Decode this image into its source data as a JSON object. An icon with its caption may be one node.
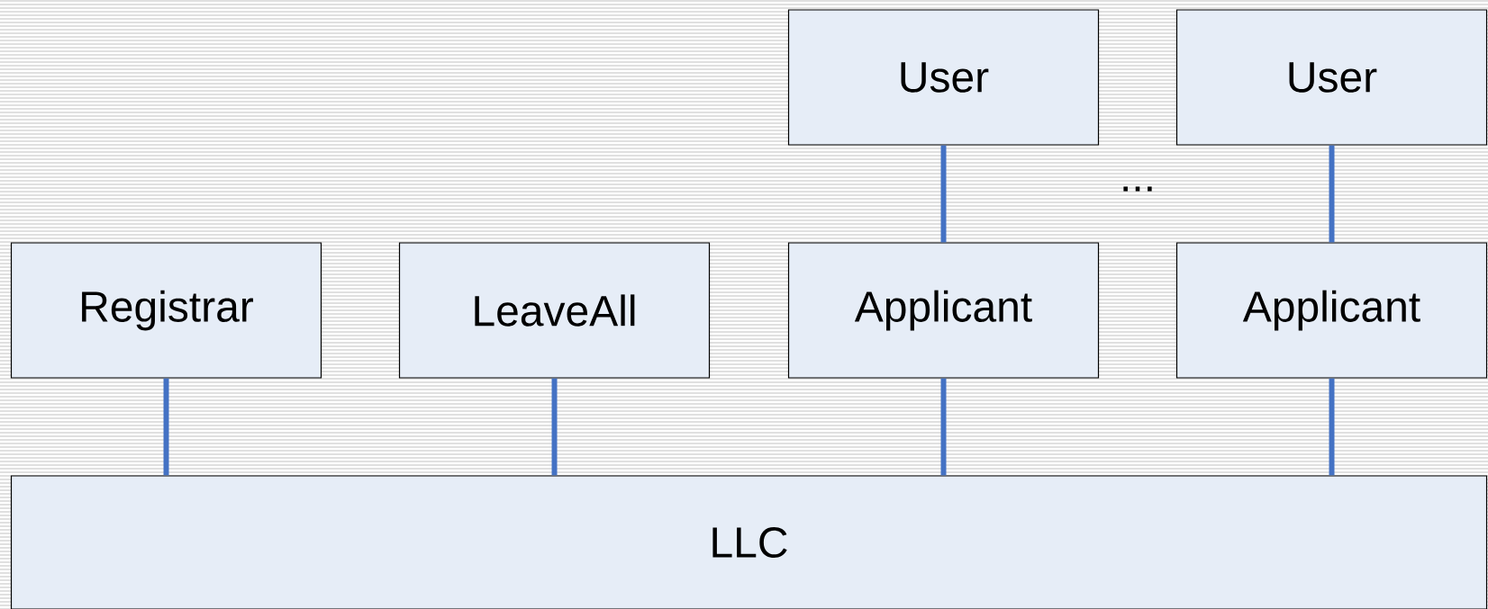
{
  "diagram": {
    "nodes": [
      {
        "text": [
          "User"
        ]
      },
      {
        "text": [
          "User"
        ]
      },
      {
        "text": [
          "Registrar"
        ]
      },
      {
        "text": [
          "LeaveAll"
        ]
      },
      {
        "text": [
          "Applicant"
        ]
      },
      {
        "text": [
          "Applicant"
        ]
      },
      {
        "text": [
          "LLC"
        ]
      }
    ],
    "edges": [
      {
        "from": 0,
        "to": 4,
        "arrow": "none"
      },
      {
        "from": 1,
        "to": 5,
        "arrow": "none"
      },
      {
        "from": 2,
        "to": 6,
        "arrow": "none"
      },
      {
        "from": 3,
        "to": 6,
        "arrow": "none"
      },
      {
        "from": 4,
        "to": 6,
        "arrow": "none"
      },
      {
        "from": 5,
        "to": 6,
        "arrow": "none"
      }
    ],
    "labels": [
      "..."
    ]
  }
}
